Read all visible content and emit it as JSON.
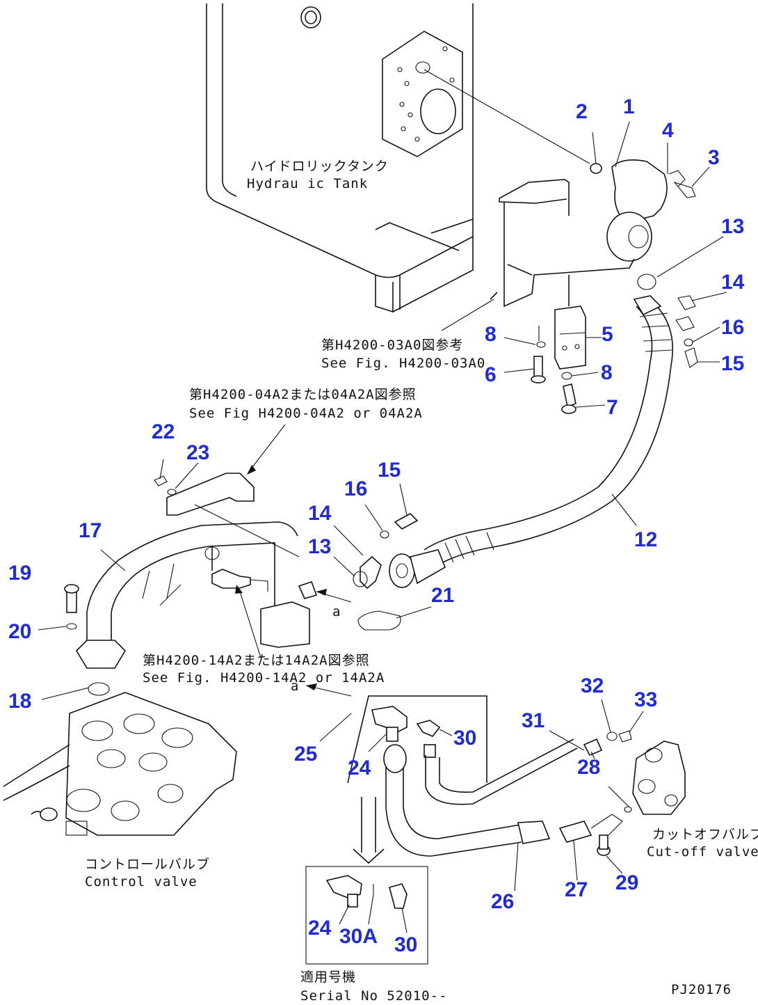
{
  "labels": {
    "tank_jp": "ハイドロリックタンク",
    "tank_en": "Hydrau ic Tank",
    "ref1_jp": "第H4200-03A0図参考",
    "ref1_en": "See Fig. H4200-03A0",
    "ref2_jp": "第H4200-04A2または04A2A図参照",
    "ref2_en": "See Fig H4200-04A2 or 04A2A",
    "ref3_jp": "第H4200-14A2または14A2A図参照",
    "ref3_en": "See Fig. H4200-14A2 or 14A2A",
    "cutoff_jp": "カットオフバルブ",
    "cutoff_en": "Cut-off valve",
    "control_jp": "コントロールバルブ",
    "control_en": "Control valve",
    "serial_jp": "適用号機",
    "serial_en": "Serial No 52010--",
    "marker_a1": "a",
    "marker_a2": "a",
    "drawing_code": "PJ20176"
  },
  "callouts": [
    "1",
    "2",
    "3",
    "4",
    "5",
    "6",
    "7",
    "8",
    "8",
    "12",
    "13",
    "13",
    "14",
    "14",
    "15",
    "15",
    "16",
    "16",
    "17",
    "18",
    "19",
    "20",
    "21",
    "22",
    "23",
    "24",
    "24",
    "25",
    "26",
    "27",
    "28",
    "29",
    "30",
    "30",
    "30A",
    "31",
    "32",
    "33"
  ],
  "colors": {
    "callout": "#1f2bd6",
    "line": "#111111"
  }
}
